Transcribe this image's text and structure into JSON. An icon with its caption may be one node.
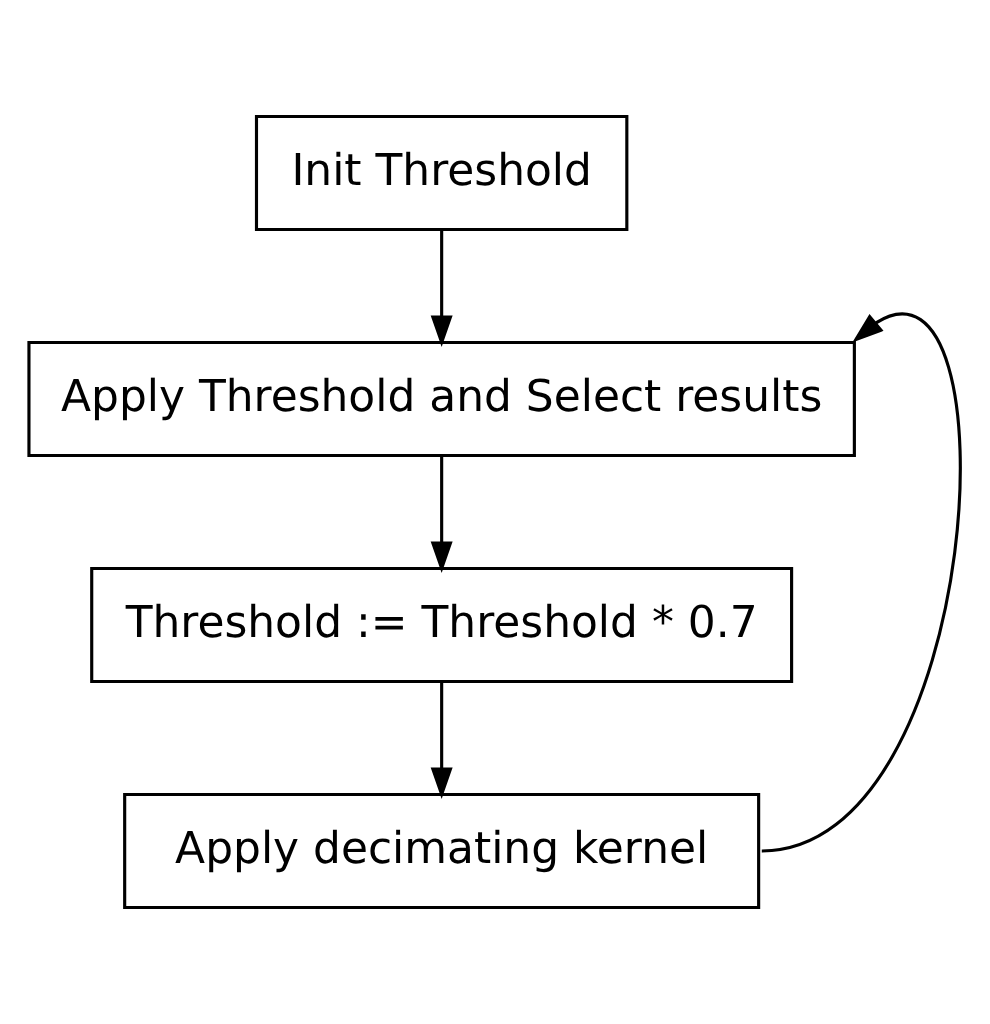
{
  "diagram": {
    "nodes": [
      {
        "text": [
          "Init Threshold"
        ]
      },
      {
        "text": [
          "Apply Threshold and Select results"
        ]
      },
      {
        "text": [
          "Threshold := Threshold * 0.7"
        ]
      },
      {
        "text": [
          "Apply decimating kernel"
        ]
      }
    ],
    "edges": [
      {
        "from": 0,
        "to": 1,
        "arrow": "to"
      },
      {
        "from": 1,
        "to": 2,
        "arrow": "to"
      },
      {
        "from": 2,
        "to": 3,
        "arrow": "to"
      },
      {
        "from": 3,
        "to": 1,
        "arrow": "to"
      }
    ]
  }
}
